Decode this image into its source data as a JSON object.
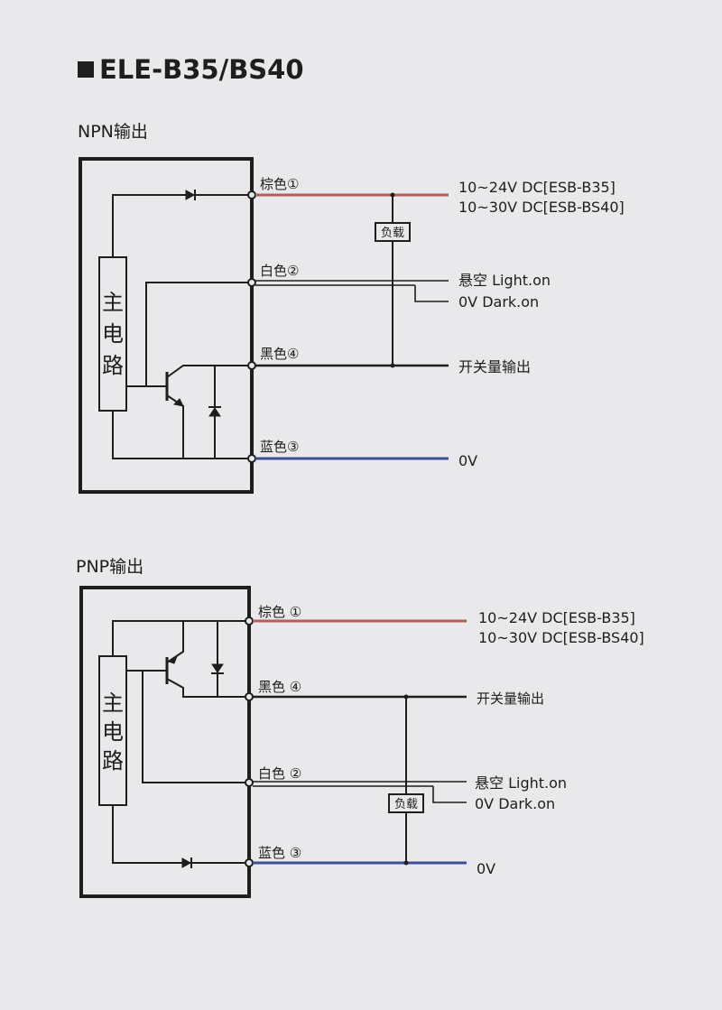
{
  "title": "ELE-B35/BS40",
  "npn": {
    "heading": "NPN输出",
    "block": [
      "主",
      "电",
      "路"
    ],
    "brown": "棕色①",
    "white": "白色②",
    "black": "黑色④",
    "blue": "蓝色③",
    "supply1": "10~24V DC[ESB-B35]",
    "supply2": "10~30V DC[ESB-BS40]",
    "load": "负载",
    "light": "悬空 Light.on",
    "dark": "0V Dark.on",
    "output": "开关量输出",
    "zero": "0V"
  },
  "pnp": {
    "heading": "PNP输出",
    "block": [
      "主",
      "电",
      "路"
    ],
    "brown": "棕色 ①",
    "black": "黑色 ④",
    "white": "白色 ②",
    "blue": "蓝色 ③",
    "supply1": "10~24V DC[ESB-B35]",
    "supply2": "10~30V DC[ESB-BS40]",
    "output": "开关量输出",
    "light": "悬空  Light.on",
    "dark": "0V Dark.on",
    "load": "负载",
    "zero": "0V"
  },
  "colors": {
    "paper": "#e9e8ea",
    "ink": "#1e1e1e",
    "brown_wire": "#b0605e",
    "blue_wire": "#3a4f9a"
  }
}
